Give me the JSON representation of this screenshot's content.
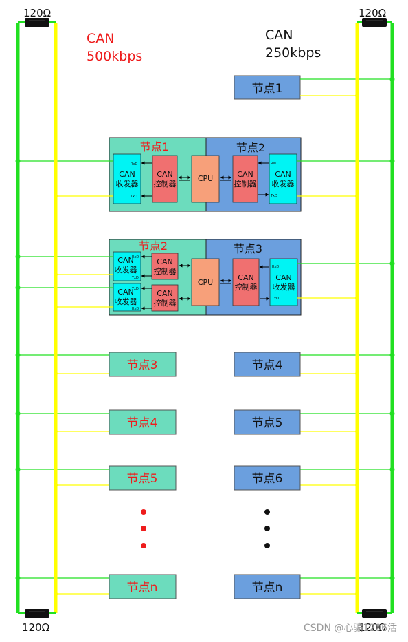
{
  "terminators": {
    "left_top": "120Ω",
    "right_top": "120Ω",
    "left_bottom": "120Ω",
    "right_bottom": "120Ω"
  },
  "networks": {
    "left": {
      "line1": "CAN",
      "line2": "500kbps",
      "color": "#ee1c1c"
    },
    "right": {
      "line1": "CAN",
      "line2": "250kbps",
      "color": "#111111"
    }
  },
  "gateway1": {
    "left_title": "节点1",
    "right_title": "节点2",
    "transceiver_line1": "CAN",
    "transceiver_line2": "收发器",
    "controller_line1": "CAN",
    "controller_line2": "控制器",
    "cpu": "CPU",
    "rxd": "RxD",
    "txd": "TxD"
  },
  "gateway2": {
    "left_title": "节点2",
    "right_title": "节点3",
    "transceiver_line1": "CAN",
    "transceiver_line2": "收发器",
    "controller_line1": "CAN",
    "controller_line2": "控制器",
    "cpu": "CPU",
    "rxd": "RxD",
    "txd": "TxD"
  },
  "nodes": {
    "right_top": "节点1",
    "left": [
      "节点3",
      "节点4",
      "节点5",
      "节点n"
    ],
    "right": [
      "节点4",
      "节点5",
      "节点6",
      "节点n"
    ]
  },
  "watermark": "CSDN @心骗1206活",
  "colors": {
    "green_bus": "#22e022",
    "yellow_bus": "#ffff00",
    "left_node_fill": "#6cdcbd",
    "right_node_fill": "#6b9fde",
    "transceiver_fill": "#00f4f4",
    "controller_fill": "#f07070",
    "cpu_fill": "#f7a07a",
    "red_text": "#ee1c1c"
  }
}
